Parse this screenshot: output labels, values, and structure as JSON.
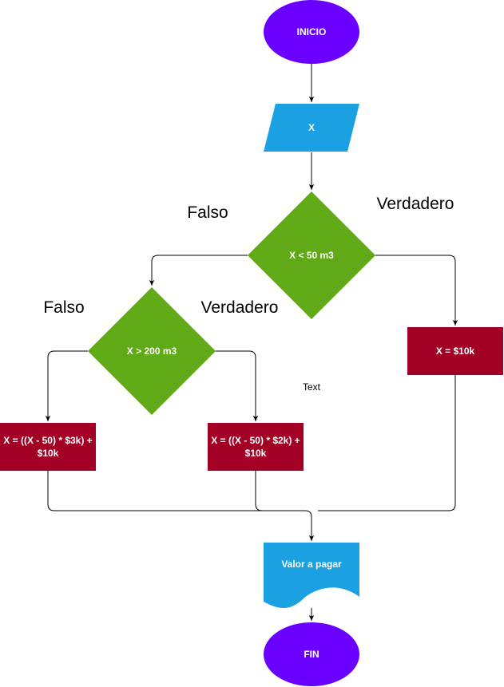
{
  "colors": {
    "terminal": "#6a00ff",
    "io": "#1ba1e2",
    "decision": "#60a917",
    "process": "#a20025",
    "document": "#1ba1e2",
    "text_on_shape": "#ffffff",
    "line": "#000000",
    "background": "#ffffff"
  },
  "nodes": {
    "start": {
      "label": "INICIO",
      "shape": "ellipse"
    },
    "input": {
      "label": "X",
      "shape": "parallelogram"
    },
    "decision_1": {
      "label": "X < 50 m3",
      "shape": "diamond"
    },
    "decision_2": {
      "label": "X > 200 m3",
      "shape": "diamond"
    },
    "process_10k": {
      "label": "X = $10k",
      "shape": "rectangle"
    },
    "process_3k": {
      "line1": "X = ((X - 50) * $3k) +",
      "line2": "$10k",
      "shape": "rectangle"
    },
    "process_2k": {
      "line1": "X = ((X - 50) * $2k) +",
      "line2": "$10k",
      "shape": "rectangle"
    },
    "output": {
      "label": "Valor a pagar",
      "shape": "document"
    },
    "end": {
      "label": "FIN",
      "shape": "ellipse"
    }
  },
  "edge_labels": {
    "d1_false": "Falso",
    "d1_true": "Verdadero",
    "d2_false": "Falso",
    "d2_true": "Verdadero"
  },
  "free_text": "Text"
}
